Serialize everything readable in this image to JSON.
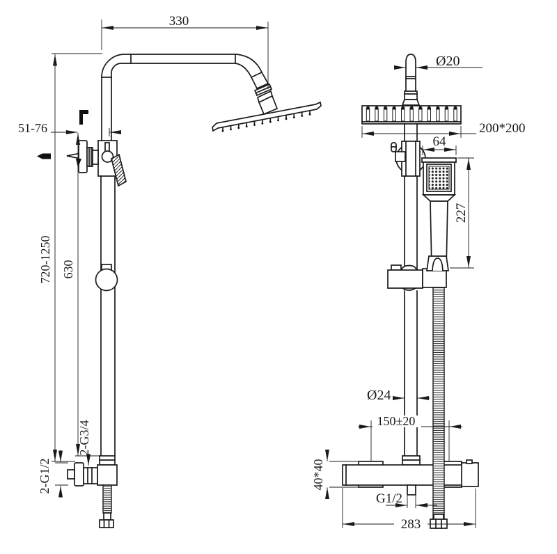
{
  "drawing": {
    "kind": "shower system installation dimension drawing",
    "background": "#ffffff",
    "line_color": "#1a1a1a",
    "views": {
      "left": "side view",
      "right": "front view"
    },
    "dimensions": {
      "arm_length": "330",
      "wall_offset": "51-76",
      "overall_height": "720-1250",
      "riser_height": "630",
      "bottom_connections": "2-G1/2",
      "upper_connections": "2-G3/4",
      "top_pipe_diameter": "Ø20",
      "rain_head_size": "200*200",
      "hand_shower_width": "64",
      "hand_shower_length": "227",
      "riser_pipe_diameter": "Ø24",
      "inlet_center_distance": "150±20",
      "escutcheon_size": "40*40",
      "hand_shower_outlet_thread": "G1/2",
      "mixer_bar_length": "283"
    }
  }
}
